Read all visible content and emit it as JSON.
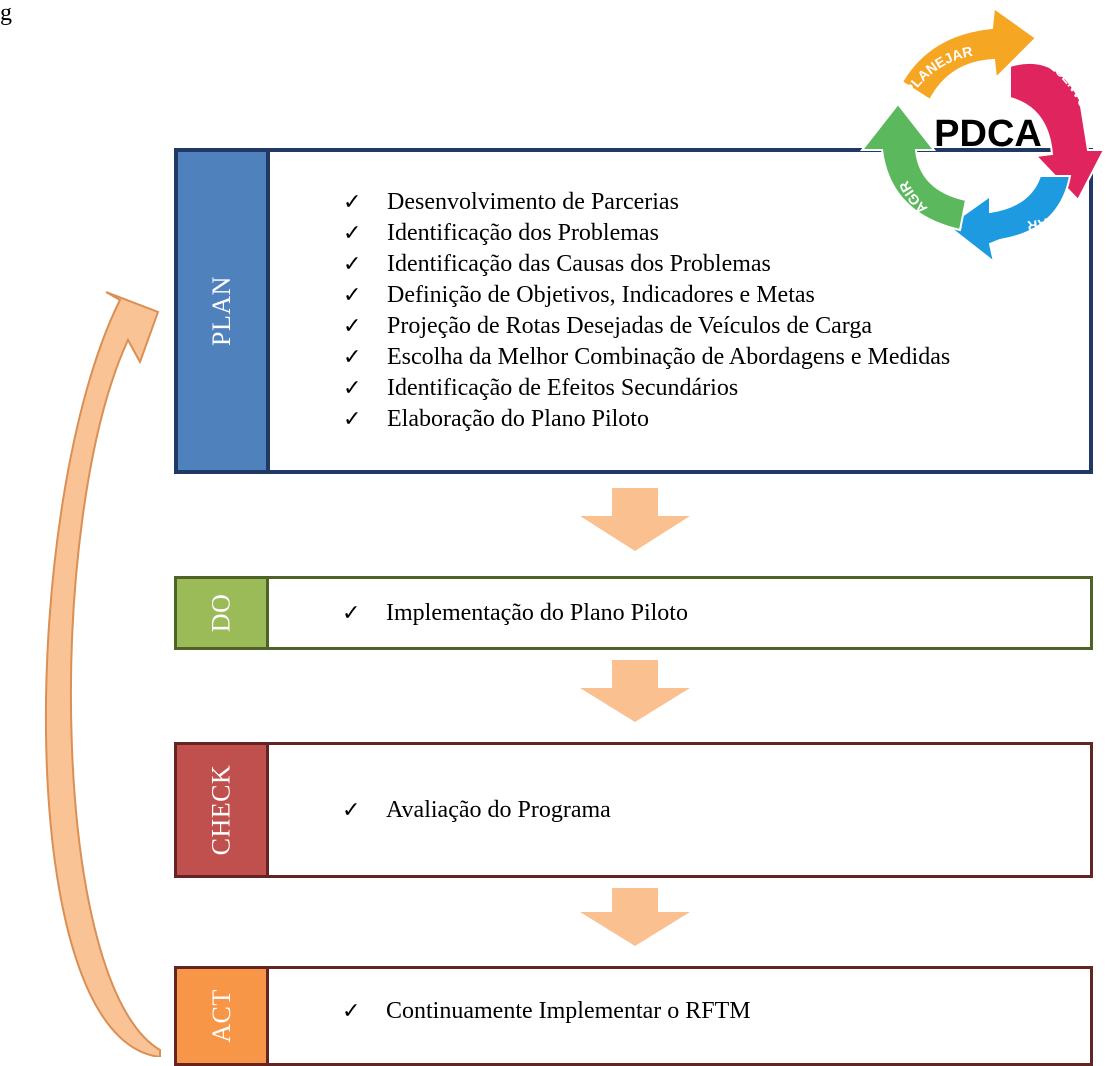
{
  "page": {
    "corner_text": "g"
  },
  "logo": {
    "center_text": "PDCA",
    "segments": [
      {
        "label": "PLANEJAR",
        "color": "#f5a623"
      },
      {
        "label": "DESENVOLVER",
        "color": "#e0245e"
      },
      {
        "label": "CHECAR",
        "color": "#1e9be0"
      },
      {
        "label": "AGIR",
        "color": "#5cb85c"
      }
    ]
  },
  "stages": [
    {
      "label": "PLAN",
      "items": [
        "Desenvolvimento de Parcerias",
        "Identificação dos Problemas",
        "Identificação das Causas dos Problemas",
        "Definição de Objetivos, Indicadores e Metas",
        "Projeção de Rotas Desejadas de Veículos de Carga",
        "Escolha da Melhor Combinação de Abordagens e Medidas",
        "Identificação de Efeitos Secundários",
        "Elaboração do Plano Piloto"
      ]
    },
    {
      "label": "DO",
      "items": [
        "Implementação do Plano Piloto"
      ]
    },
    {
      "label": "CHECK",
      "items": [
        "Avaliação do Programa"
      ]
    },
    {
      "label": "ACT",
      "items": [
        "Continuamente Implementar o RFTM"
      ]
    }
  ],
  "check_glyph": "✓",
  "colors": {
    "arrow": "#fac090",
    "plan": "#4f81bd",
    "do": "#9bbb59",
    "check": "#c0504d",
    "act": "#f79646"
  }
}
